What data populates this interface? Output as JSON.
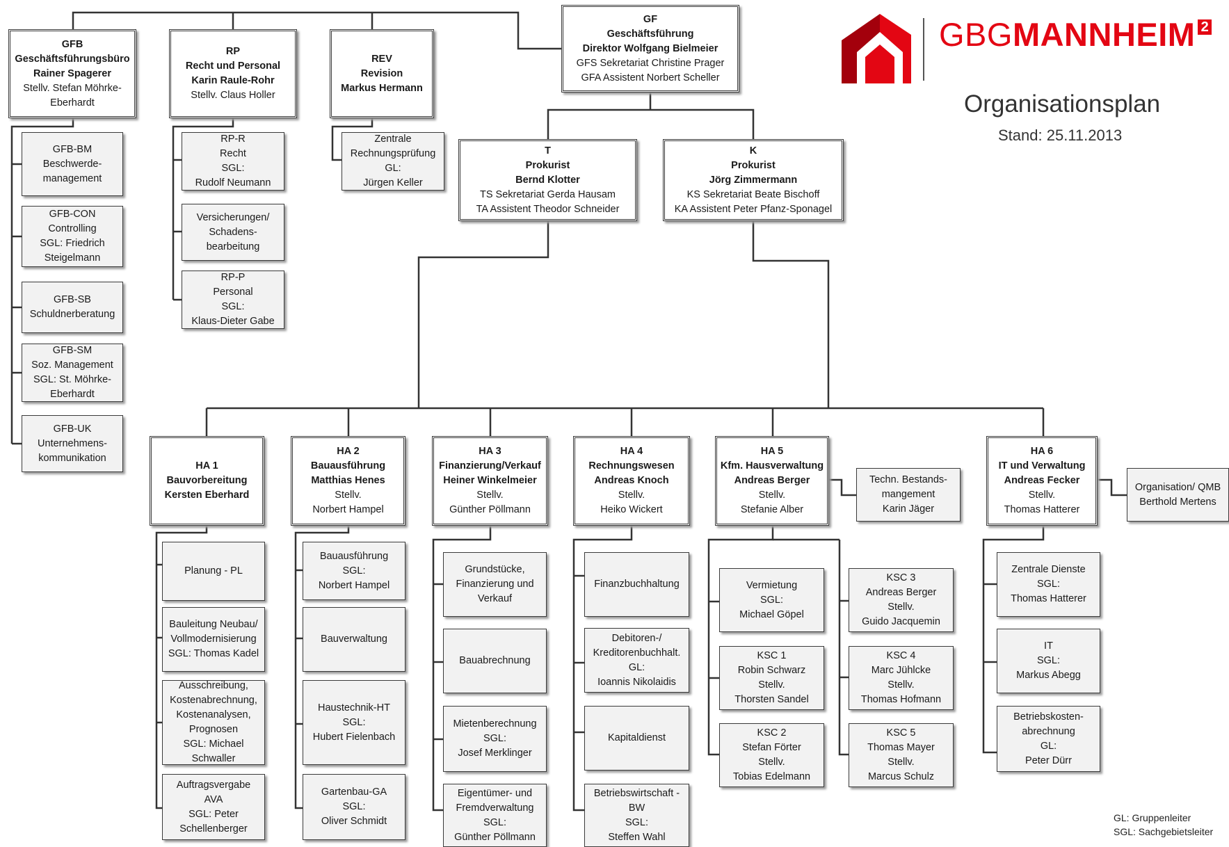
{
  "header": {
    "brand_light": "GBG",
    "brand_bold": "MANNHEIM",
    "brand_super": "2",
    "title": "Organisationsplan",
    "stand": "Stand: 25.11.2013",
    "colors": {
      "brand_red": "#e30613",
      "logo_dark_red": "#a3000c",
      "box_border": "#3a3a3a"
    },
    "logo_icon": "house-logo-icon"
  },
  "legend": [
    "GL:   Gruppenleiter",
    "SGL: Sachgebietsleiter"
  ],
  "boxes": {
    "gf": {
      "lines": [
        "GF",
        "Geschäftsführung",
        "Direktor Wolfgang Bielmeier",
        "GFS Sekretariat Christine Prager",
        "GFA Assistent Norbert Scheller"
      ]
    },
    "gfb": {
      "lines": [
        "GFB",
        "Geschäftsführungsbüro",
        "Rainer Spagerer",
        "Stellv. Stefan  Möhrke-",
        "Eberhardt"
      ]
    },
    "rp": {
      "lines": [
        "RP",
        "Recht und Personal",
        "Karin Raule-Rohr",
        "Stellv. Claus Holler"
      ]
    },
    "rev": {
      "lines": [
        "REV",
        "Revision",
        "Markus Hermann"
      ]
    },
    "gfb_bm": {
      "lines": [
        "GFB-BM",
        "Beschwerde-",
        "management"
      ]
    },
    "gfb_con": {
      "lines": [
        "GFB-CON",
        "Controlling",
        "SGL: Friedrich",
        "Steigelmann"
      ]
    },
    "gfb_sb": {
      "lines": [
        "GFB-SB",
        "Schuldnerberatung"
      ]
    },
    "gfb_sm": {
      "lines": [
        "GFB-SM",
        "Soz. Management",
        "SGL: St. Möhrke-",
        "Eberhardt"
      ]
    },
    "gfb_uk": {
      "lines": [
        "GFB-UK",
        "Unternehmens-",
        "kommunikation"
      ]
    },
    "rp_r": {
      "lines": [
        "RP-R",
        "Recht",
        "SGL:",
        "Rudolf Neumann"
      ]
    },
    "rp_vers": {
      "lines": [
        "Versicherungen/",
        "Schadens-",
        "bearbeitung"
      ]
    },
    "rp_p": {
      "lines": [
        "RP-P",
        "Personal",
        "SGL:",
        "Klaus-Dieter Gabe"
      ]
    },
    "rev_zr": {
      "lines": [
        "Zentrale",
        "Rechnungsprüfung",
        "GL:",
        "Jürgen Keller"
      ]
    },
    "t": {
      "lines": [
        "T",
        "Prokurist",
        "Bernd Klotter",
        "TS Sekretariat Gerda Hausam",
        "TA Assistent Theodor Schneider"
      ]
    },
    "k": {
      "lines": [
        "K",
        "Prokurist",
        "Jörg Zimmermann",
        "KS Sekretariat Beate Bischoff",
        "KA Assistent Peter Pfanz-Sponagel"
      ]
    },
    "ha1": {
      "lines": [
        "HA 1",
        "Bauvorbereitung",
        "Kersten Eberhard"
      ]
    },
    "ha2": {
      "lines": [
        "HA 2",
        "Bauausführung",
        "Matthias Henes",
        "Stellv.",
        "Norbert Hampel"
      ]
    },
    "ha3": {
      "lines": [
        "HA 3",
        "Finanzierung/Verkauf",
        "Heiner Winkelmeier",
        "Stellv.",
        "Günther Pöllmann"
      ]
    },
    "ha4": {
      "lines": [
        "HA 4",
        "Rechnungswesen",
        "Andreas Knoch",
        "Stellv.",
        "Heiko Wickert"
      ]
    },
    "ha5": {
      "lines": [
        "HA 5",
        "Kfm. Hausverwaltung",
        "Andreas Berger",
        "Stellv.",
        "Stefanie Alber"
      ]
    },
    "ha6": {
      "lines": [
        "HA 6",
        "IT und Verwaltung",
        "Andreas Fecker",
        "Stellv.",
        "Thomas Hatterer"
      ]
    },
    "ha5_tbm": {
      "lines": [
        "Techn. Bestands-",
        "mangement",
        "Karin Jäger"
      ]
    },
    "ha6_qmb": {
      "lines": [
        "Organisation/ QMB",
        "Berthold Mertens"
      ]
    },
    "ha1_pl": {
      "lines": [
        "Planung - PL"
      ]
    },
    "ha1_bl": {
      "lines": [
        "Bauleitung Neubau/",
        "Vollmodernisierung",
        "SGL: Thomas Kadel"
      ]
    },
    "ha1_aus": {
      "lines": [
        "Ausschreibung,",
        "Kostenabrechnung,",
        "Kostenanalysen,",
        "Prognosen",
        "SGL: Michael",
        "Schwaller"
      ]
    },
    "ha1_ava": {
      "lines": [
        "Auftragsvergabe",
        "AVA",
        "SGL:  Peter",
        "Schellenberger"
      ]
    },
    "ha2_ba": {
      "lines": [
        "Bauausführung",
        "SGL:",
        "Norbert Hampel"
      ]
    },
    "ha2_bv": {
      "lines": [
        "Bauverwaltung"
      ]
    },
    "ha2_ht": {
      "lines": [
        "Haustechnik-HT",
        "SGL:",
        "Hubert Fielenbach"
      ]
    },
    "ha2_ga": {
      "lines": [
        "Gartenbau-GA",
        "SGL:",
        "Oliver Schmidt"
      ]
    },
    "ha3_gfv": {
      "lines": [
        "Grundstücke,",
        "Finanzierung und",
        "Verkauf"
      ]
    },
    "ha3_ba": {
      "lines": [
        "Bauabrechnung"
      ]
    },
    "ha3_mb": {
      "lines": [
        "Mietenberechnung",
        "SGL:",
        "Josef Merklinger"
      ]
    },
    "ha3_ef": {
      "lines": [
        "Eigentümer- und",
        "Fremdverwaltung",
        "SGL:",
        "Günther Pöllmann"
      ]
    },
    "ha4_fb": {
      "lines": [
        "Finanzbuchhaltung"
      ]
    },
    "ha4_dk": {
      "lines": [
        "Debitoren-/",
        "Kreditorenbuchhalt.",
        "GL:",
        "Ioannis Nikolaidis"
      ]
    },
    "ha4_kd": {
      "lines": [
        "Kapitaldienst"
      ]
    },
    "ha4_bw": {
      "lines": [
        "Betriebswirtschaft -",
        "BW",
        "SGL:",
        "Steffen Wahl"
      ]
    },
    "ha5_verm": {
      "lines": [
        "Vermietung",
        "SGL:",
        "Michael Göpel"
      ]
    },
    "ha5_ksc1": {
      "lines": [
        "KSC 1",
        "Robin Schwarz",
        "Stellv.",
        "Thorsten Sandel"
      ]
    },
    "ha5_ksc2": {
      "lines": [
        "KSC 2",
        "Stefan Förter",
        "Stellv.",
        "Tobias Edelmann"
      ]
    },
    "ha5_ksc3": {
      "lines": [
        "KSC 3",
        "Andreas Berger",
        "Stellv.",
        "Guido Jacquemin"
      ]
    },
    "ha5_ksc4": {
      "lines": [
        "KSC 4",
        "Marc Jühlcke",
        "Stellv.",
        "Thomas Hofmann"
      ]
    },
    "ha5_ksc5": {
      "lines": [
        "KSC 5",
        "Thomas Mayer",
        "Stellv.",
        "Marcus Schulz"
      ]
    },
    "ha6_zd": {
      "lines": [
        "Zentrale Dienste",
        "SGL:",
        "Thomas Hatterer"
      ]
    },
    "ha6_it": {
      "lines": [
        "IT",
        "SGL:",
        "Markus Abegg"
      ]
    },
    "ha6_bka": {
      "lines": [
        "Betriebskosten-",
        "abrechnung",
        "GL:",
        "Peter Dürr"
      ]
    }
  }
}
